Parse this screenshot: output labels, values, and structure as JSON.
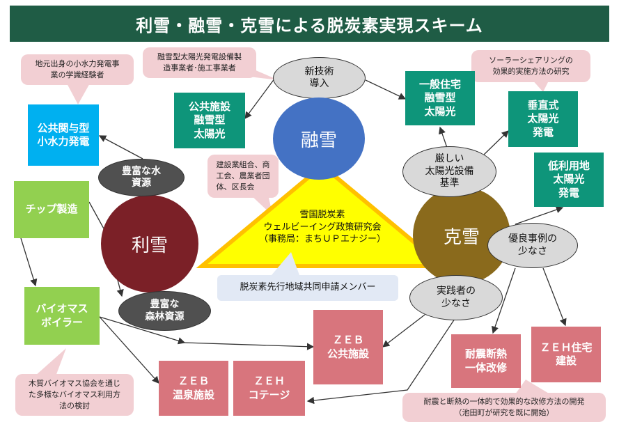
{
  "title": "利雪・融雪・克雪による脱炭素実現スキーム",
  "circles": {
    "yusetsu": "融雪",
    "risetsu": "利雪",
    "kokusetsu": "克雪"
  },
  "center": {
    "line1": "雪国脱炭素",
    "line2": "ウェルビーイング政策研究会",
    "line3": "（事務局：まちＵＰエナジー）"
  },
  "members_label": "脱炭素先行地域共同申請メンバー",
  "boxes": {
    "hydro": "公共関与型\n小水力発電",
    "public_solar": "公共施設\n融雪型\n太陽光",
    "house_solar": "一般住宅\n融雪型\n太陽光",
    "vertical_solar": "垂直式\n太陽光\n発電",
    "lowuse_solar": "低利用地\n太陽光\n発電",
    "chip": "チップ製造",
    "biomass": "バイオマス\nボイラー",
    "zeb_public": "ＺＥＢ\n公共施設",
    "zeb_onsen": "ＺＥＢ\n温泉施設",
    "zeh_cottage": "ＺＥＨ\nコテージ",
    "retrofit": "耐震断熱\n一体改修",
    "zeh_house": "ＺＥＨ住宅\n建設"
  },
  "ovals": {
    "new_tech": "新技術\n導入",
    "water": "豊富な水\n資源",
    "forest": "豊富な\n森林資源",
    "strict": "厳しい\n太陽光設備\n基準",
    "cases": "優良事例の\n少なさ",
    "practitioners": "実践者の\n少なさ"
  },
  "callouts": {
    "hydro_expert": "地元出身の小水力発電事\n業の学識経験者",
    "manufacturer": "融雪型太陽光発電設備製\n造事業者･施工事業者",
    "associations": "建設業組合、商\n工会、農業者団\n体、区長会",
    "solar_sharing": "ソーラーシェアリングの\n効果的実施方法の研究",
    "biomass_assoc": "木質バイオマス協会を通じ\nた多様なバイオマス利用方\n法の検討",
    "retrofit_dev": "耐震と断熱の一体的で効果的な改修方法の開発\n（池田町が研究を既に開始）"
  },
  "colors": {
    "title_bg": "#1f5c45",
    "teal": "#0e957a",
    "yusetsu": "#4472c4",
    "risetsu": "#7b2027",
    "kokusetsu": "#8a6a1c",
    "zeb": "#d8757d",
    "callout": "#f2cfd3"
  }
}
